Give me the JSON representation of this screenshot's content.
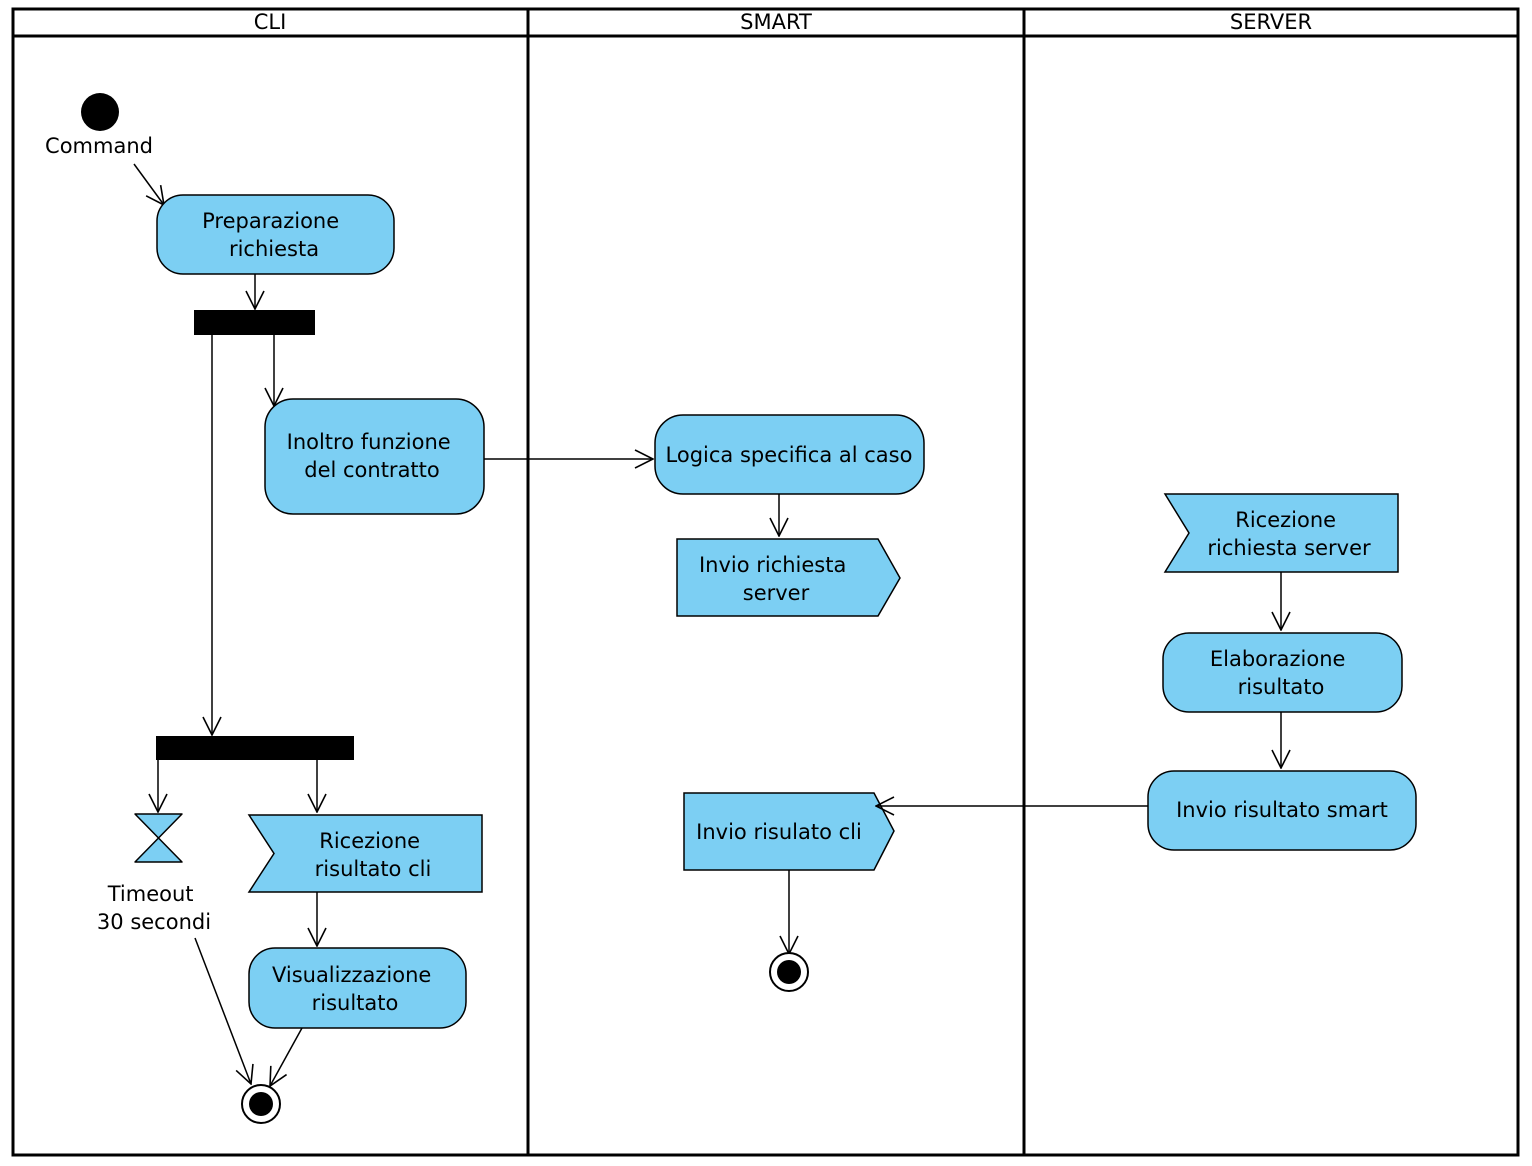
{
  "lanes": {
    "cli": "CLI",
    "smart": "SMART",
    "server": "SERVER"
  },
  "initial_label": "Command",
  "nodes": {
    "preparazione": [
      "Preparazione",
      "richiesta"
    ],
    "inoltro": [
      "Inoltro funzione",
      "del contratto"
    ],
    "logica": "Logica specifica al caso",
    "invio_richiesta_server": [
      "Invio richiesta",
      "server"
    ],
    "ricezione_richiesta_server": [
      "Ricezione",
      "richiesta server"
    ],
    "elaborazione": [
      "Elaborazione",
      "risultato"
    ],
    "invio_risultato_smart": "Invio risultato smart",
    "invio_risulato_cli": "Invio risulato cli",
    "ricezione_risultato_cli": [
      "Ricezione",
      "risultato cli"
    ],
    "visualizzazione": [
      "Visualizzazione",
      "risultato"
    ],
    "timeout": [
      "Timeout",
      "30 secondi"
    ]
  },
  "colors": {
    "action_fill": "#7ccff3",
    "stroke": "#000000",
    "background": "#ffffff"
  }
}
